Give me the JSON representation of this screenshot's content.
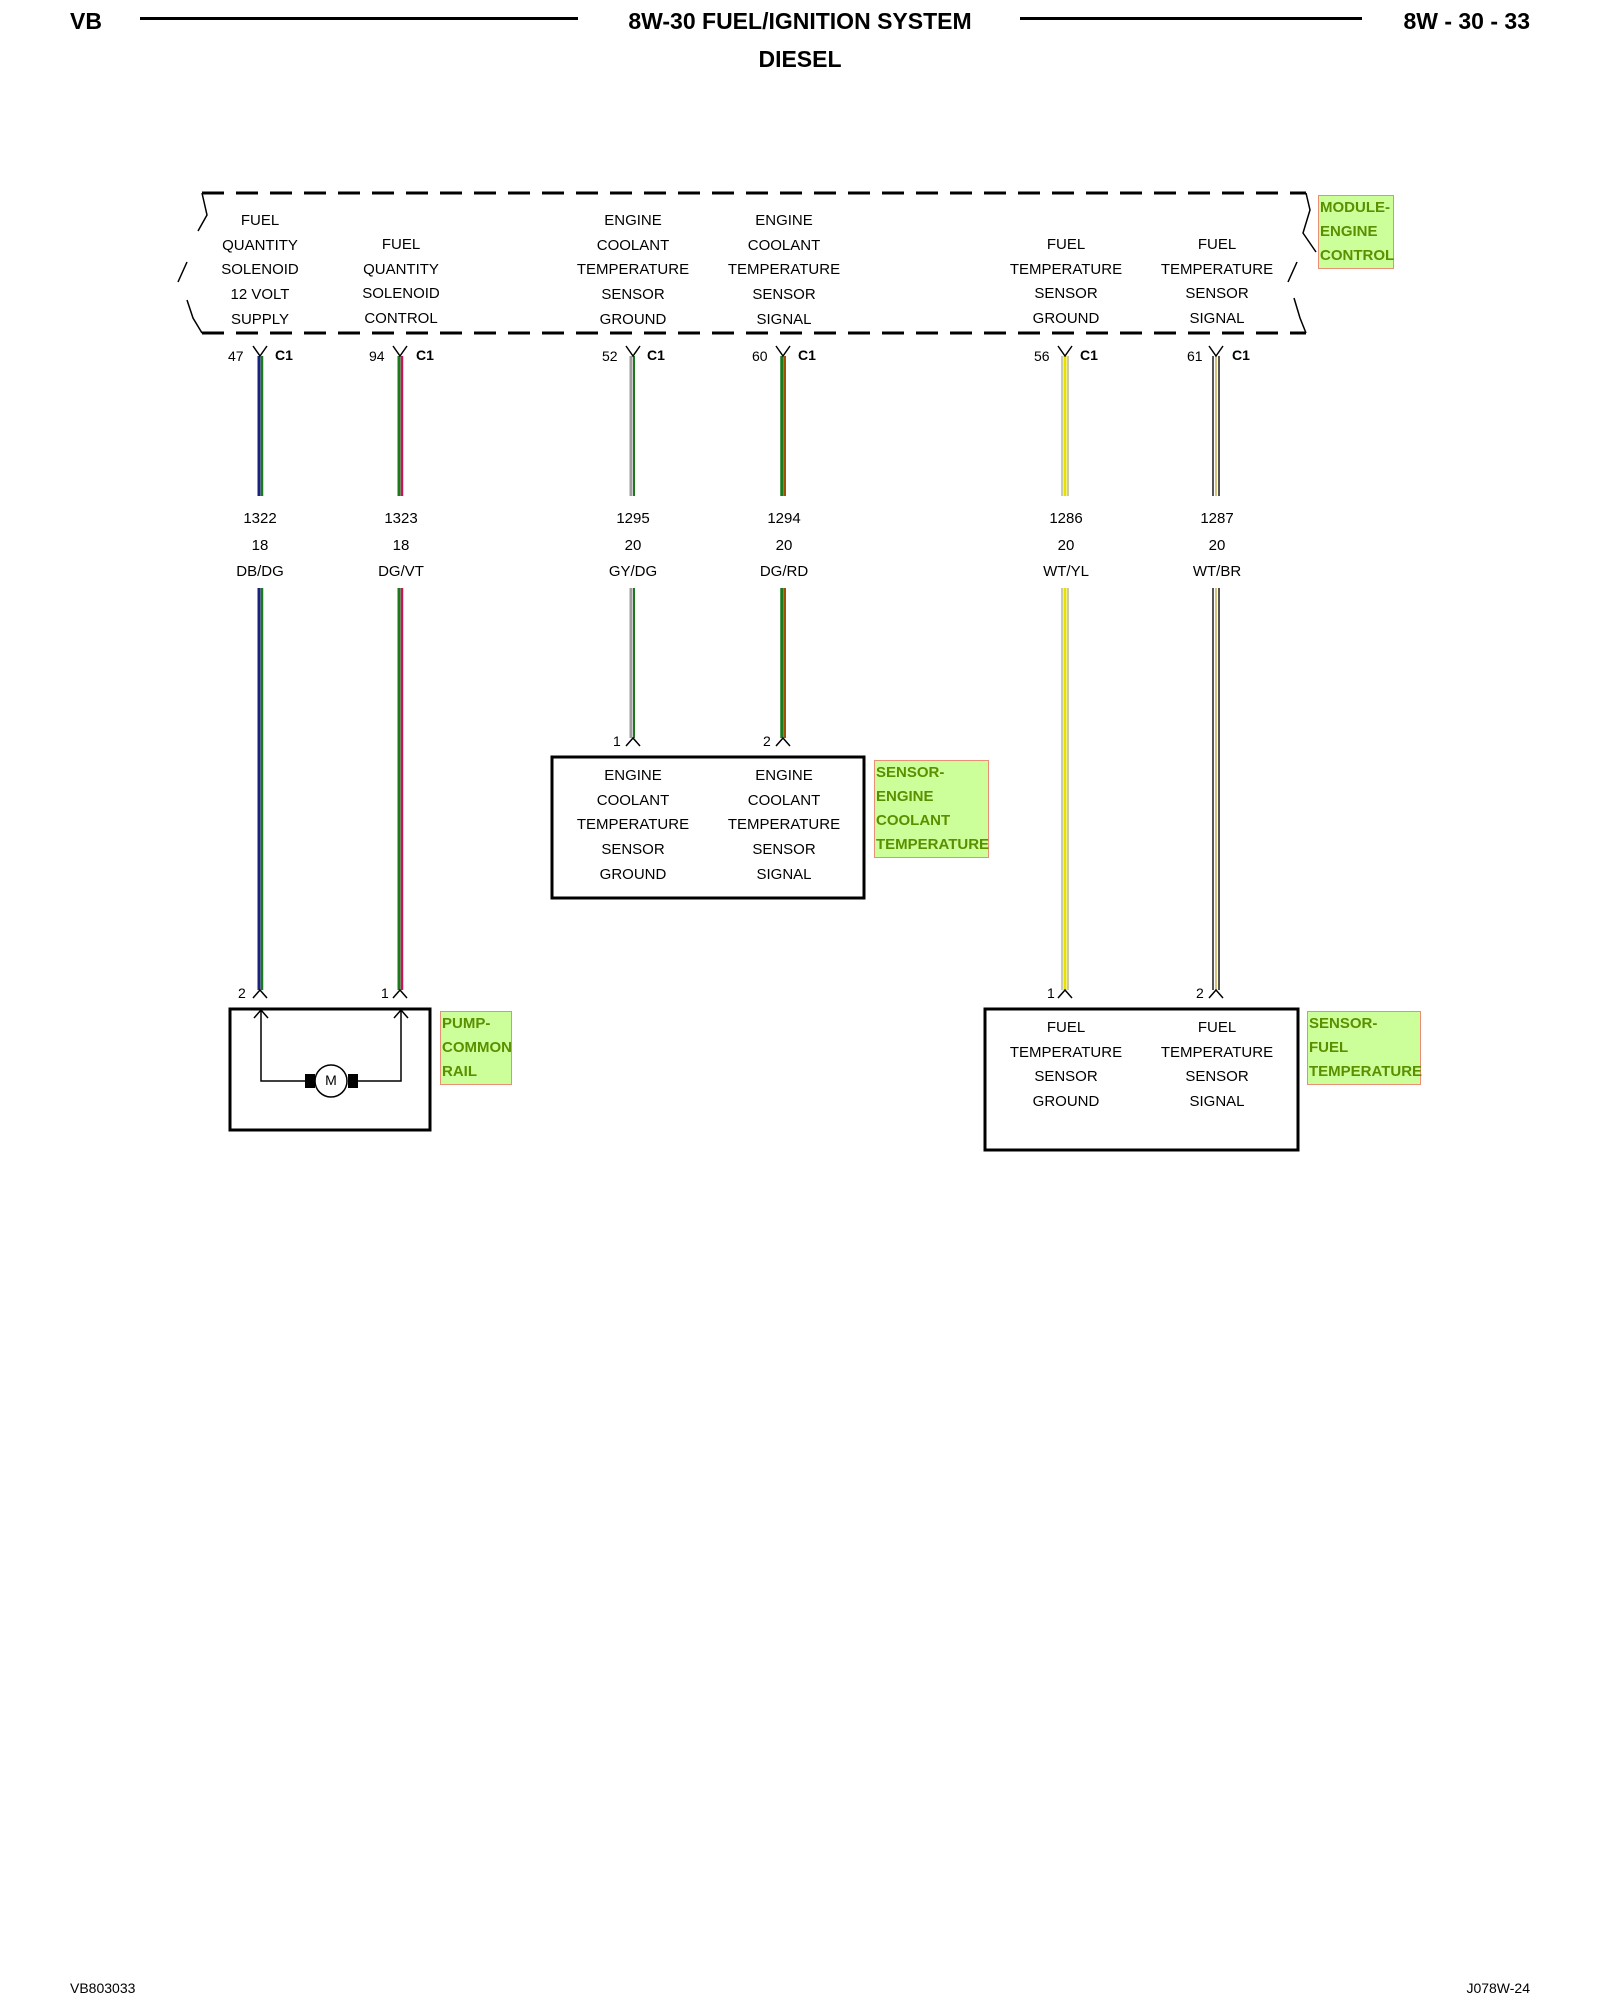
{
  "header": {
    "left": "VB",
    "title": "8W-30 FUEL/IGNITION SYSTEM",
    "subtitle": "DIESEL",
    "page": "8W - 30 - 33"
  },
  "module": {
    "tag": [
      "MODULE-",
      "ENGINE",
      "CONTROL"
    ],
    "pins": [
      {
        "label": [
          "FUEL",
          "QUANTITY",
          "SOLENOID",
          "12 VOLT",
          "SUPPLY"
        ],
        "pin": "47",
        "connector": "C1"
      },
      {
        "label": [
          "FUEL",
          "QUANTITY",
          "SOLENOID",
          "CONTROL"
        ],
        "pin": "94",
        "connector": "C1"
      },
      {
        "label": [
          "ENGINE",
          "COOLANT",
          "TEMPERATURE",
          "SENSOR",
          "GROUND"
        ],
        "pin": "52",
        "connector": "C1"
      },
      {
        "label": [
          "ENGINE",
          "COOLANT",
          "TEMPERATURE",
          "SENSOR",
          "SIGNAL"
        ],
        "pin": "60",
        "connector": "C1"
      },
      {
        "label": [
          "FUEL",
          "TEMPERATURE",
          "SENSOR",
          "GROUND"
        ],
        "pin": "56",
        "connector": "C1"
      },
      {
        "label": [
          "FUEL",
          "TEMPERATURE",
          "SENSOR",
          "SIGNAL"
        ],
        "pin": "61",
        "connector": "C1"
      }
    ]
  },
  "wires": [
    {
      "circuit": "1322",
      "gauge": "18",
      "color_code": "DB/DG",
      "colors": [
        "#1a237e",
        "#1b7a1b"
      ]
    },
    {
      "circuit": "1323",
      "gauge": "18",
      "color_code": "DG/VT",
      "colors": [
        "#1b7a1b",
        "#c2185b"
      ]
    },
    {
      "circuit": "1295",
      "gauge": "20",
      "color_code": "GY/DG",
      "colors": [
        "#9e9e9e",
        "#1b7a1b"
      ]
    },
    {
      "circuit": "1294",
      "gauge": "20",
      "color_code": "DG/RD",
      "colors": [
        "#1b7a1b",
        "#a05000"
      ]
    },
    {
      "circuit": "1286",
      "gauge": "20",
      "color_code": "WT/YL",
      "colors": [
        "#d6d6a0",
        "#e8e000"
      ]
    },
    {
      "circuit": "1287",
      "gauge": "20",
      "color_code": "WT/BR",
      "colors": [
        "#555555",
        "#8b6b2a"
      ]
    }
  ],
  "coolant_sensor": {
    "tag": [
      "SENSOR-",
      "ENGINE",
      "COOLANT",
      "TEMPERATURE"
    ],
    "pins": [
      {
        "pin": "1",
        "label": [
          "ENGINE",
          "COOLANT",
          "TEMPERATURE",
          "SENSOR",
          "GROUND"
        ]
      },
      {
        "pin": "2",
        "label": [
          "ENGINE",
          "COOLANT",
          "TEMPERATURE",
          "SENSOR",
          "SIGNAL"
        ]
      }
    ]
  },
  "pump": {
    "tag": [
      "PUMP-",
      "COMMON",
      "RAIL"
    ],
    "pins": [
      {
        "pin": "2"
      },
      {
        "pin": "1"
      }
    ],
    "motor_label": "M"
  },
  "fuel_sensor": {
    "tag": [
      "SENSOR-",
      "FUEL",
      "TEMPERATURE"
    ],
    "pins": [
      {
        "pin": "1",
        "label": [
          "FUEL",
          "TEMPERATURE",
          "SENSOR",
          "GROUND"
        ]
      },
      {
        "pin": "2",
        "label": [
          "FUEL",
          "TEMPERATURE",
          "SENSOR",
          "SIGNAL"
        ]
      }
    ]
  },
  "footer": {
    "left": "VB803033",
    "right": "J078W-24"
  }
}
